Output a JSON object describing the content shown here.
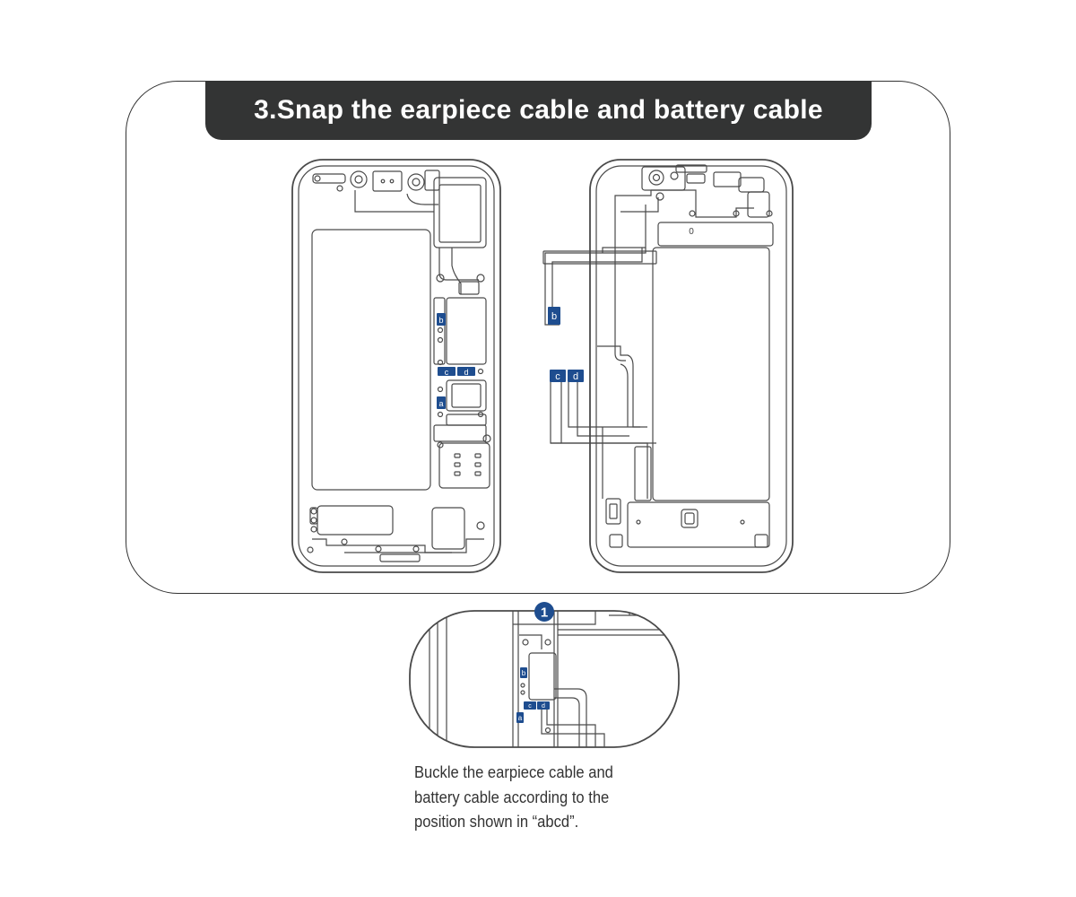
{
  "title": "3.Snap the earpiece cable and battery cable",
  "labels": {
    "a": "a",
    "b": "b",
    "c": "c",
    "d": "d",
    "zero": "0"
  },
  "step_badge": "1",
  "caption": {
    "line1": "Buckle the earpiece cable and",
    "line2": "battery cable according to the",
    "line3": "position shown in  “abcd”."
  },
  "colors": {
    "tag": "#1e4d8f",
    "title_bar": "#333434"
  }
}
